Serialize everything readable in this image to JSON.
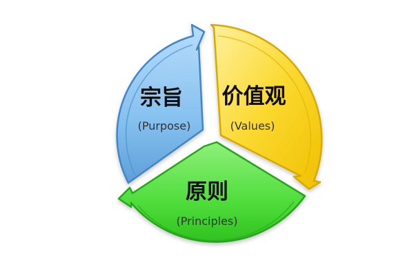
{
  "diagram": {
    "segments": [
      {
        "id": "purpose",
        "title": "宗旨",
        "subtitle": "(Purpose)",
        "color": "#7db9ea"
      },
      {
        "id": "values",
        "title": "价值观",
        "subtitle": "(Values)",
        "color": "#f6d21d"
      },
      {
        "id": "principles",
        "title": "原则",
        "subtitle": "(Principles)",
        "color": "#54dd43"
      }
    ]
  }
}
